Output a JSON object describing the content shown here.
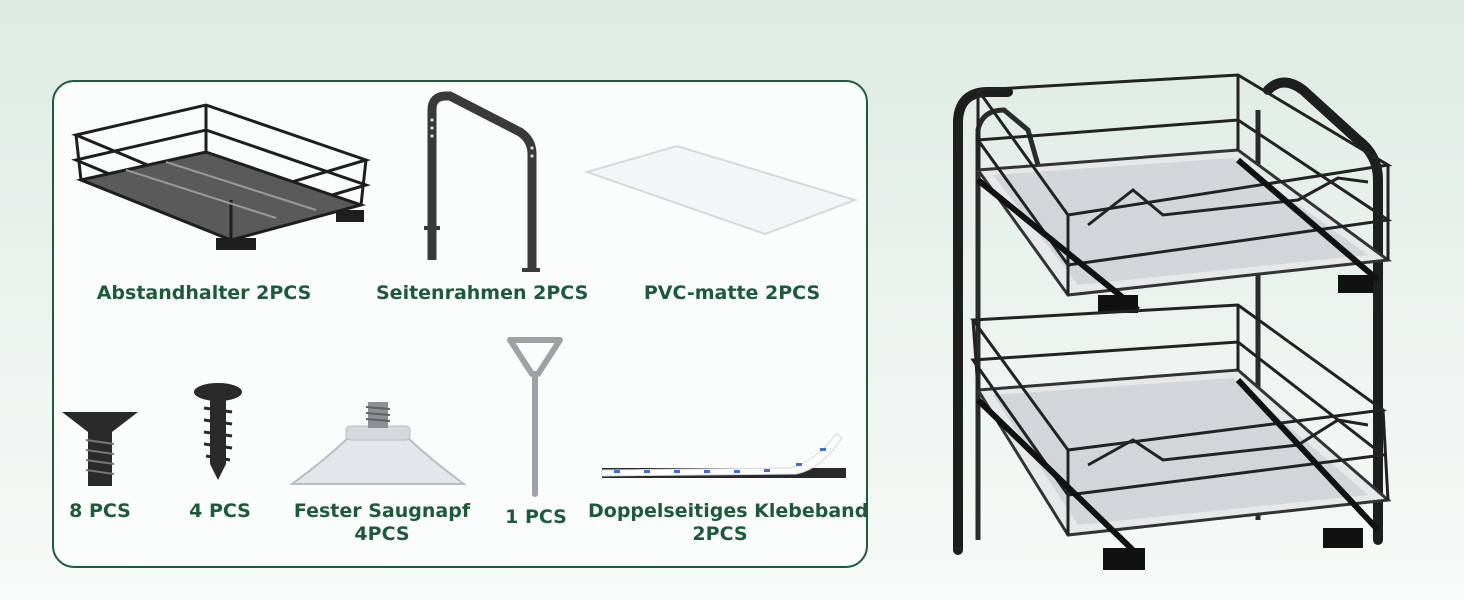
{
  "parts": [
    {
      "id": "abstandhalter",
      "label": "Abstandhalter 2PCS",
      "icon": "wire-basket-icon"
    },
    {
      "id": "seitenrahmen",
      "label": "Seitenrahmen 2PCS",
      "icon": "side-frame-icon"
    },
    {
      "id": "pvc",
      "label": "PVC-matte 2PCS",
      "icon": "pvc-mat-icon"
    },
    {
      "id": "screw8",
      "label": "8 PCS",
      "icon": "flat-head-screw-icon"
    },
    {
      "id": "screw4",
      "label": "4 PCS",
      "icon": "pan-head-screw-icon"
    },
    {
      "id": "suction",
      "label_line1": "Fester Saugnapf",
      "label_line2": "4PCS",
      "icon": "suction-cup-icon"
    },
    {
      "id": "key",
      "label": "1 PCS",
      "icon": "hex-key-icon"
    },
    {
      "id": "tape",
      "label_line1": "Doppelseitiges Klebeband",
      "label_line2": "2PCS",
      "icon": "double-sided-tape-icon"
    }
  ],
  "colors": {
    "accent": "#1e5a3c",
    "label": "#1d5a3a",
    "metal": "#2a2a2a"
  }
}
